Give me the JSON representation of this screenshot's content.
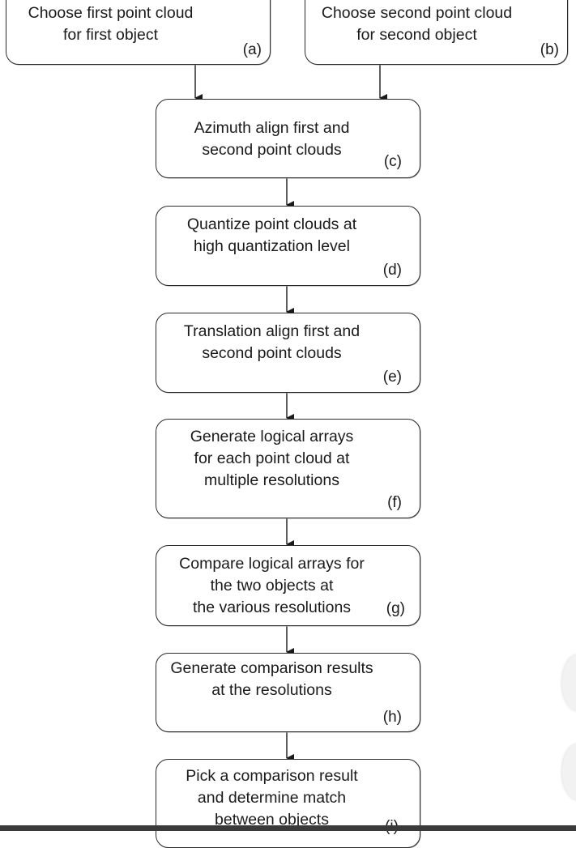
{
  "flowchart": {
    "steps": [
      {
        "id": "a",
        "text": "Choose first point cloud\nfor first object",
        "tag": "(a)"
      },
      {
        "id": "b",
        "text": "Choose second point cloud\nfor second object",
        "tag": "(b)"
      },
      {
        "id": "c",
        "text": "Azimuth align first and\nsecond point clouds",
        "tag": "(c)"
      },
      {
        "id": "d",
        "text": "Quantize point clouds at\nhigh quantization level",
        "tag": "(d)"
      },
      {
        "id": "e",
        "text": "Translation align first and\nsecond point clouds",
        "tag": "(e)"
      },
      {
        "id": "f",
        "text": "Generate logical arrays\nfor each point cloud at\nmultiple resolutions",
        "tag": "(f)"
      },
      {
        "id": "g",
        "text": "Compare logical arrays for\nthe two objects at\nthe various resolutions",
        "tag": "(g)"
      },
      {
        "id": "h",
        "text": "Generate comparison results\nat the resolutions",
        "tag": "(h)"
      },
      {
        "id": "i",
        "text": "Pick a comparison result\nand determine match\nbetween objects",
        "tag": "(i)"
      }
    ],
    "connections": [
      {
        "from": "a",
        "to": "c"
      },
      {
        "from": "b",
        "to": "c"
      },
      {
        "from": "c",
        "to": "d"
      },
      {
        "from": "d",
        "to": "e"
      },
      {
        "from": "e",
        "to": "f"
      },
      {
        "from": "f",
        "to": "g"
      },
      {
        "from": "g",
        "to": "h"
      },
      {
        "from": "h",
        "to": "i"
      }
    ]
  }
}
